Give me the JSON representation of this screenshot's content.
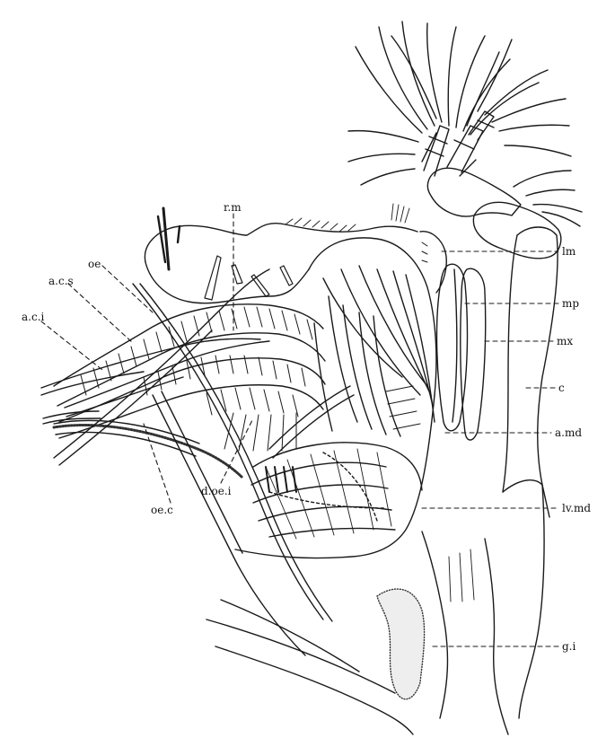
{
  "colors": {
    "ink": "#1a1a1a",
    "background": "#ffffff",
    "stipple": "#333333"
  },
  "labels": {
    "rm": "r.m",
    "oe": "oe",
    "acs": "a.c.s",
    "aci": "a.c.i",
    "oec": "oe.c",
    "doei": "d.oe.i",
    "lm": "lm",
    "mp": "mp",
    "mx": "mx",
    "c": "c",
    "amd": "a.md",
    "lvmd": "lv.md",
    "gi": "g.i"
  }
}
